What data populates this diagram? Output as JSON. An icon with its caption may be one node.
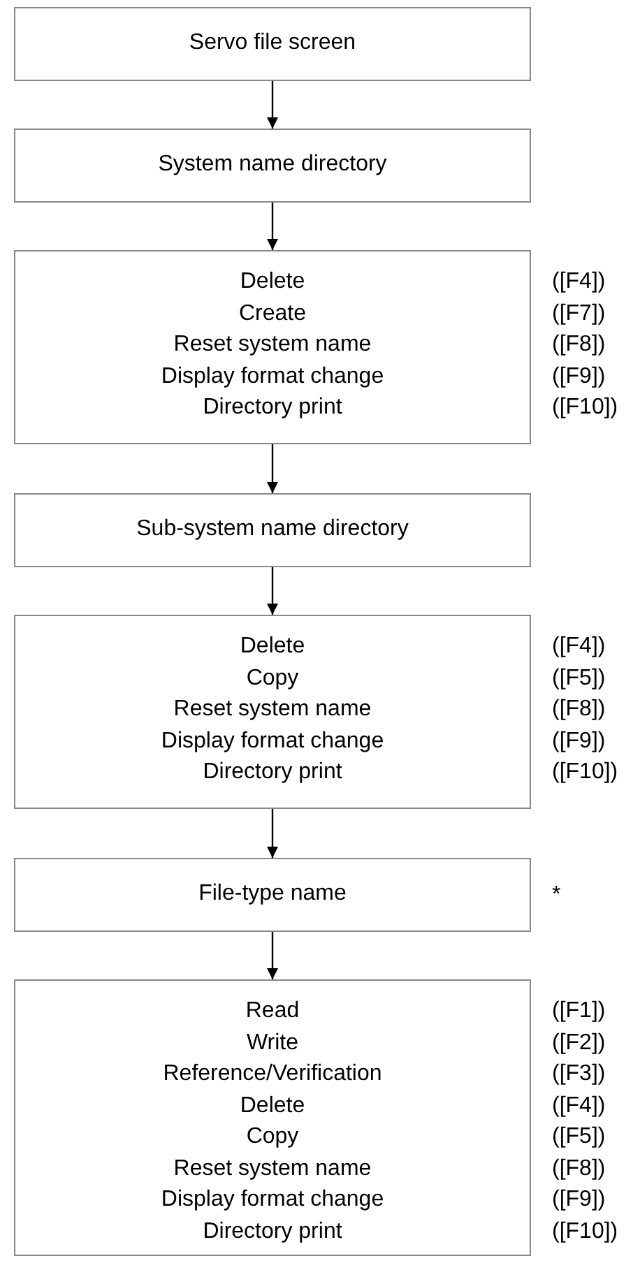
{
  "diagram": {
    "nodes": [
      {
        "text": [
          "Servo file screen"
        ]
      },
      {
        "text": [
          "System name directory"
        ]
      },
      {
        "text": [
          "Delete",
          "Create",
          "Reset system name",
          "Display format change",
          "Directory print"
        ],
        "beside": [
          "([F4])",
          "([F7])",
          "([F8])",
          "([F9])",
          "([F10])"
        ]
      },
      {
        "text": [
          "Sub-system name directory"
        ]
      },
      {
        "text": [
          "Delete",
          "Copy",
          "Reset system name",
          "Display format change",
          "Directory print"
        ],
        "beside": [
          "([F4])",
          "([F5])",
          "([F8])",
          "([F9])",
          "([F10])"
        ]
      },
      {
        "text": [
          "File-type name"
        ],
        "beside": [
          "*"
        ]
      },
      {
        "text": [
          "Read",
          "Write",
          "Reference/Verification",
          "Delete",
          "Copy",
          "Reset system name",
          "Display format change",
          "Directory print"
        ],
        "beside": [
          "([F1])",
          "([F2])",
          "([F3])",
          "([F4])",
          "([F5])",
          "([F8])",
          "([F9])",
          "([F10])"
        ]
      }
    ],
    "edges": [
      {
        "from": 0,
        "to": 1,
        "arrow": "to"
      },
      {
        "from": 1,
        "to": 2,
        "arrow": "to"
      },
      {
        "from": 2,
        "to": 3,
        "arrow": "to"
      },
      {
        "from": 3,
        "to": 4,
        "arrow": "to"
      },
      {
        "from": 4,
        "to": 5,
        "arrow": "to"
      },
      {
        "from": 5,
        "to": 6,
        "arrow": "to"
      }
    ]
  }
}
